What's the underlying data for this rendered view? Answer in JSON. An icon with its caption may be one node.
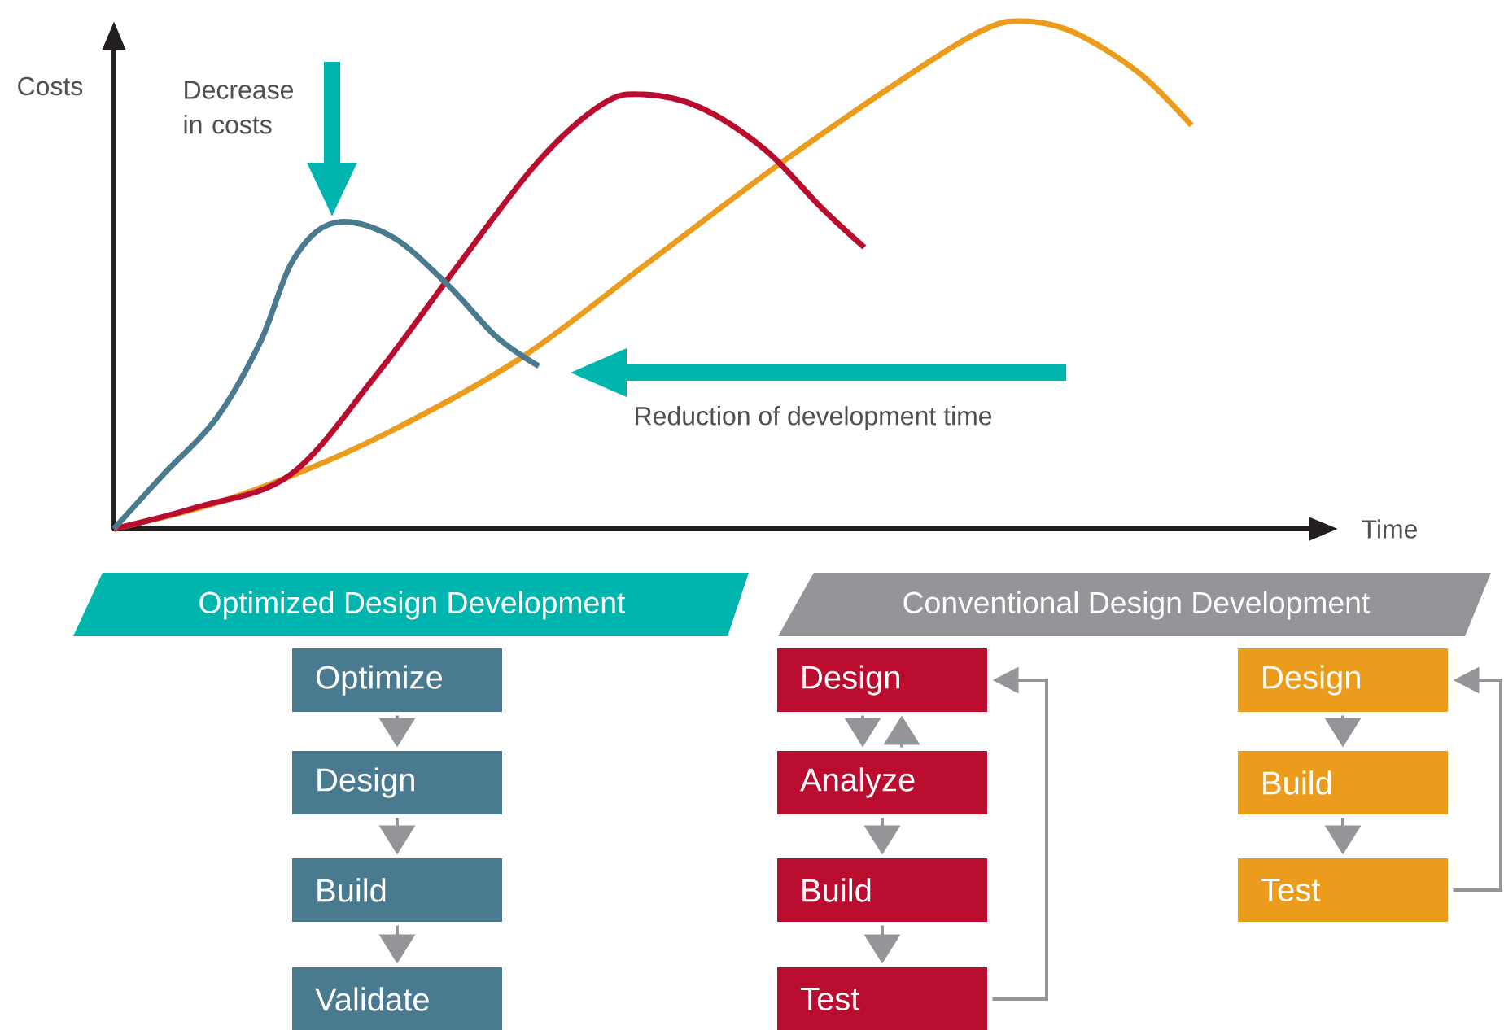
{
  "diagram": {
    "nodes": [
      {
        "text": [
          "Optimized Design Development"
        ]
      },
      {
        "text": [
          "Optimize"
        ]
      },
      {
        "text": [
          "Design"
        ]
      },
      {
        "text": [
          "Build"
        ]
      },
      {
        "text": [
          "Validate"
        ]
      },
      {
        "text": [
          "Conventional Design Development"
        ]
      },
      {
        "text": [
          "Design"
        ]
      },
      {
        "text": [
          "Analyze"
        ]
      },
      {
        "text": [
          "Build"
        ]
      },
      {
        "text": [
          "Test"
        ]
      },
      {
        "text": [
          "Design"
        ]
      },
      {
        "text": [
          "Build"
        ]
      },
      {
        "text": [
          "Test"
        ]
      }
    ],
    "edges": [
      {
        "from": 1,
        "to": 2,
        "arrow": "to"
      },
      {
        "from": 2,
        "to": 3,
        "arrow": "to"
      },
      {
        "from": 3,
        "to": 4,
        "arrow": "to"
      },
      {
        "from": 6,
        "to": 7,
        "arrow": "to"
      },
      {
        "from": 7,
        "to": 6,
        "arrow": "to"
      },
      {
        "from": 7,
        "to": 8,
        "arrow": "to"
      },
      {
        "from": 8,
        "to": 9,
        "arrow": "to"
      },
      {
        "from": 9,
        "to": 6,
        "arrow": "to"
      },
      {
        "from": 10,
        "to": 11,
        "arrow": "to"
      },
      {
        "from": 11,
        "to": 12,
        "arrow": "to"
      },
      {
        "from": 12,
        "to": 10,
        "arrow": "to"
      }
    ],
    "labels": [
      "Costs",
      "Decrease in costs",
      "Reduction of development time",
      "Time"
    ]
  }
}
